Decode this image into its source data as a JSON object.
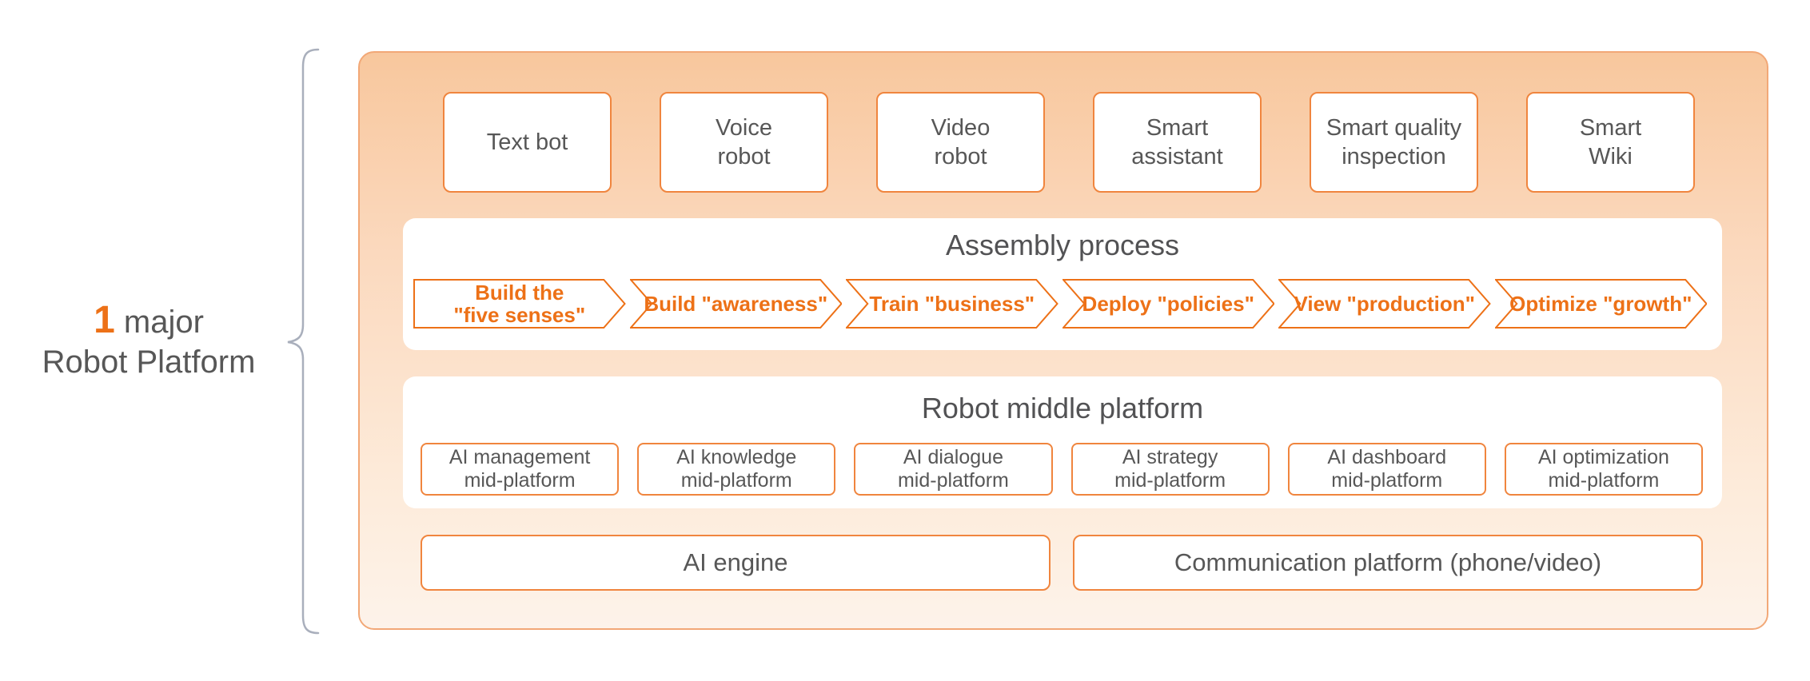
{
  "colors": {
    "accent_orange": "#ED7117",
    "box_border_orange": "#F0853E",
    "container_gradient_top": "#F8C79D",
    "container_gradient_bottom": "#FDF3EA",
    "container_border": "#F2A877",
    "text_gray": "#575757",
    "brace_gray": "#A9AFBC"
  },
  "left_label": {
    "count": "1",
    "count_suffix": " major",
    "line2": "Robot Platform"
  },
  "products": [
    "Text bot",
    "Voice\nrobot",
    "Video\nrobot",
    "Smart\nassistant",
    "Smart quality\ninspection",
    "Smart\nWiki"
  ],
  "assembly": {
    "title": "Assembly process",
    "steps": [
      "Build the\n\"five senses\"",
      "Build \"awareness\"",
      "Train \"business\"",
      "Deploy \"policies\"",
      "View \"production\"",
      "Optimize \"growth\""
    ]
  },
  "middle": {
    "title": "Robot middle platform",
    "modules": [
      "AI management\nmid-platform",
      "AI knowledge\nmid-platform",
      "AI dialogue\nmid-platform",
      "AI strategy\nmid-platform",
      "AI dashboard\nmid-platform",
      "AI optimization\nmid-platform"
    ]
  },
  "foundation": [
    "AI engine",
    "Communication platform (phone/video)"
  ]
}
